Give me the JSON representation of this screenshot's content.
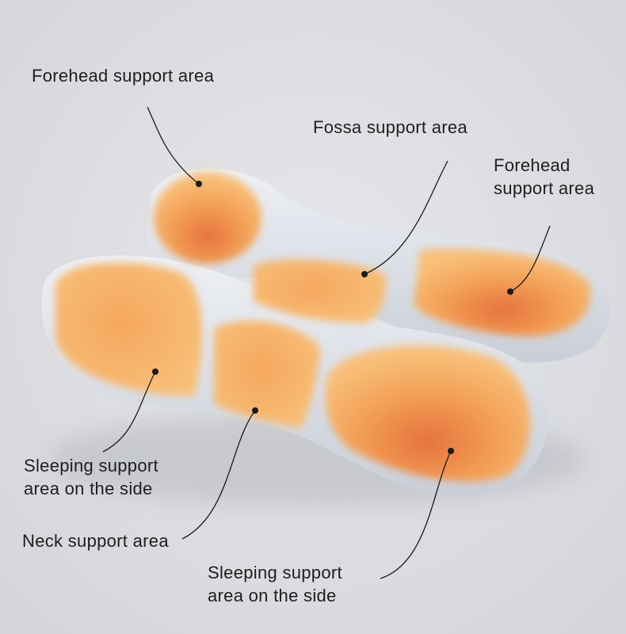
{
  "labels": {
    "forehead_left": "Forehead support area",
    "fossa": "Fossa support area",
    "forehead_right_line1": "Forehead",
    "forehead_right_line2": "support area",
    "side_left_line1": "Sleeping support",
    "side_left_line2": "area on the side",
    "neck": "Neck support area",
    "side_right_line1": "Sleeping support",
    "side_right_line2": "area on the side"
  },
  "colors": {
    "background": "#dedfe2",
    "pillow": "#e6e9ef",
    "zone_light": "#f7b768",
    "zone_dark": "#e4713a"
  }
}
